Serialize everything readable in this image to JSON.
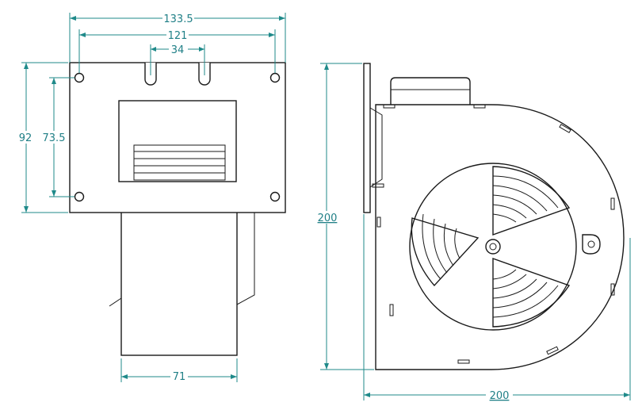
{
  "dimensions": {
    "width_total": "133.5",
    "hole_spacing_h": "121",
    "slot_spacing": "34",
    "height_total": "92",
    "hole_spacing_v": "73.5",
    "outlet_width": "71",
    "side_height": "200",
    "side_width": "200"
  },
  "colors": {
    "dimension": "#1f8a8a",
    "line": "#1a1a1a",
    "background": "#ffffff"
  }
}
